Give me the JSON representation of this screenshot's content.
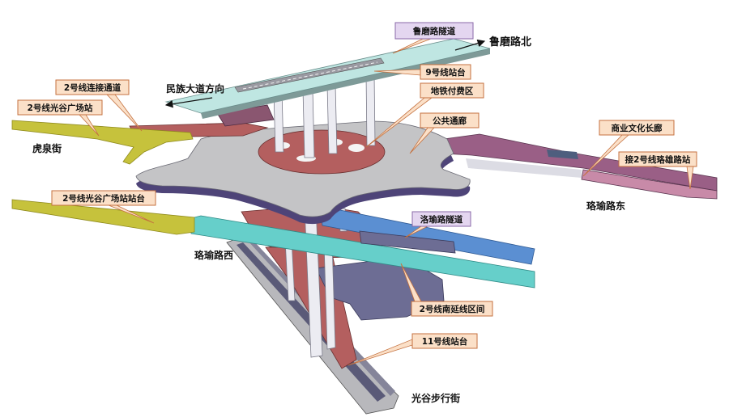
{
  "callouts": {
    "lumo_road_tunnel": "鲁磨路隧道",
    "line9_platform": "9号线站台",
    "metro_paid_area": "地铁付费区",
    "public_concourse": "公共通廊",
    "line2_connector": "2号线连接通道",
    "line2_guanggu_station": "2号线光谷广场站",
    "commercial_corridor": "商业文化长廊",
    "to_line2_luoxiong": "接2号线珞雄路站",
    "line2_guanggu_platform": "2号线光谷广场站站台",
    "luoyu_road_tunnel": "洛瑜路隧道",
    "line2_south_extension": "2号线南延线区间",
    "line11_platform": "11号线站台"
  },
  "directions": {
    "lumo_road_north": "鲁磨路北",
    "minzu_avenue": "民族大道方向",
    "huquan_street": "虎泉街",
    "luoyu_road_east": "珞瑜路东",
    "luoyu_road_west": "珞瑜路西",
    "guanggu_pedestrian_street": "光谷步行街"
  },
  "colors": {
    "callout_fill": "#fbe0c8",
    "callout_border": "#c4713f",
    "tunnel_fill": "#e4d6f0",
    "tunnel_border": "#8a68a8",
    "plaza": "#c4c4c6",
    "plaza_edge": "#4e4478",
    "paid": "#b45f5f",
    "tube": "#bfe6e2",
    "line2": "#c6c23c",
    "road_teal": "#66cfca",
    "tunnel_blue": "#5b8fd2",
    "corridor": "#9a5f86",
    "slab": "#6d6d94"
  }
}
